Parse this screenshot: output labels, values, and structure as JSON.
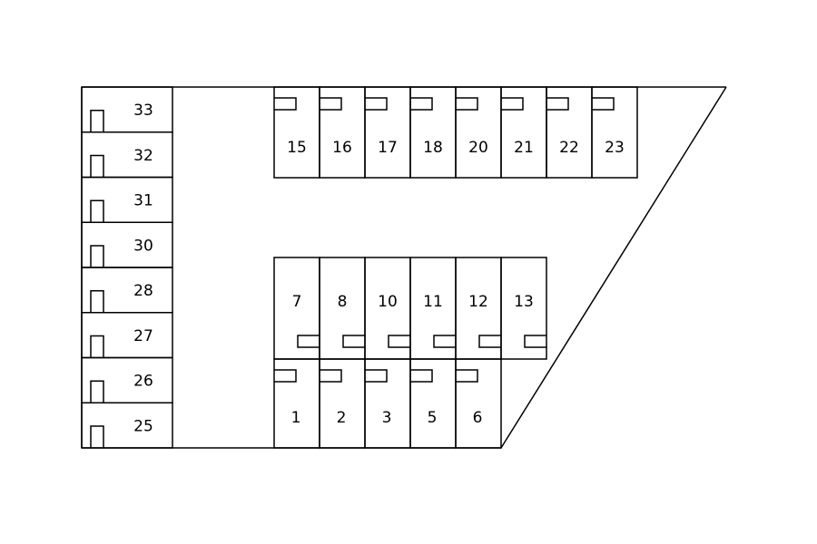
{
  "floor_plan": {
    "left_column_rooms": [
      "33",
      "32",
      "31",
      "30",
      "28",
      "27",
      "26",
      "25"
    ],
    "top_row_rooms": [
      "15",
      "16",
      "17",
      "18",
      "20",
      "21",
      "22",
      "23"
    ],
    "middle_row_rooms": [
      "7",
      "8",
      "10",
      "11",
      "12",
      "13"
    ],
    "bottom_row_rooms": [
      "1",
      "2",
      "3",
      "5",
      "6"
    ]
  }
}
